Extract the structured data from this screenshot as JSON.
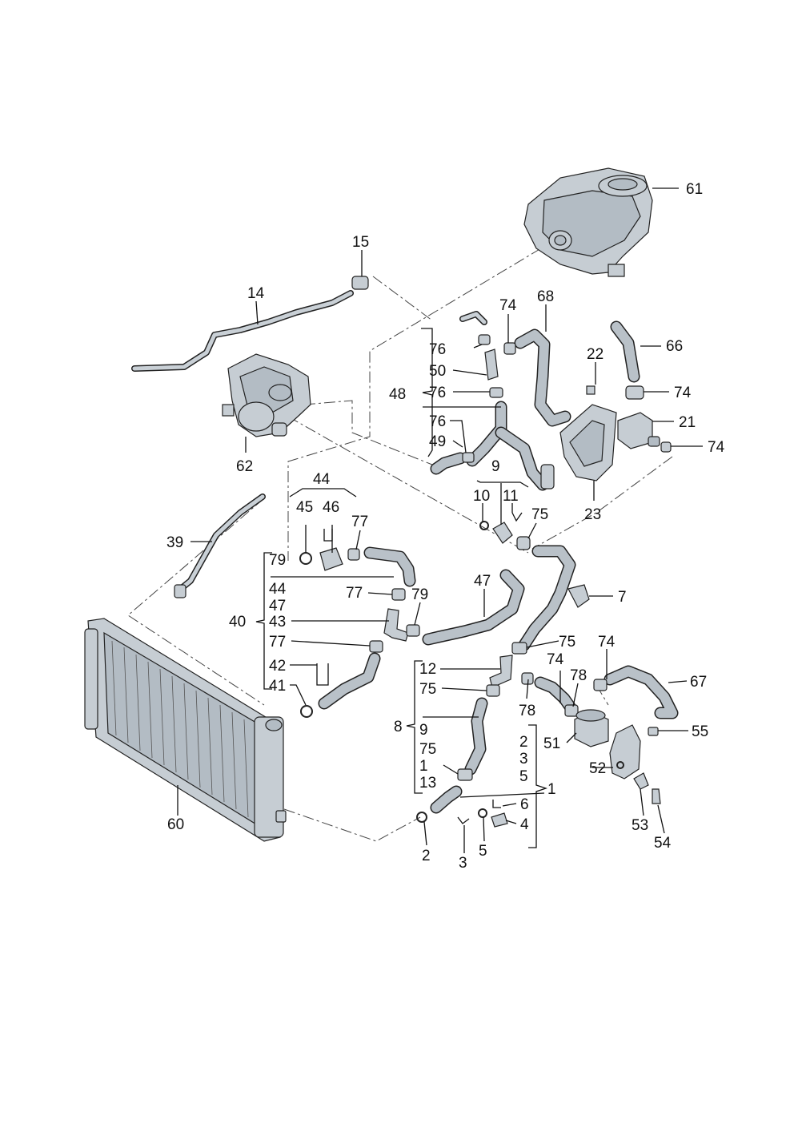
{
  "labels": [
    "61",
    "15",
    "14",
    "74",
    "68",
    "76",
    "50",
    "48",
    "76",
    "76",
    "49",
    "66",
    "22",
    "74",
    "21",
    "74",
    "62",
    "9",
    "10",
    "11",
    "75",
    "23",
    "44",
    "45",
    "46",
    "77",
    "39",
    "79",
    "44",
    "47",
    "43",
    "77",
    "42",
    "41",
    "40",
    "77",
    "79",
    "47",
    "7",
    "75",
    "12",
    "75",
    "8",
    "78",
    "9",
    "75",
    "1",
    "13",
    "74",
    "78",
    "74",
    "67",
    "2",
    "3",
    "5",
    "1",
    "51",
    "55",
    "52",
    "6",
    "4",
    "53",
    "54",
    "60",
    "2",
    "3",
    "5"
  ],
  "colors": {
    "line": "#111111",
    "part_fill": "#c6cdd3",
    "dash": "#444444"
  }
}
